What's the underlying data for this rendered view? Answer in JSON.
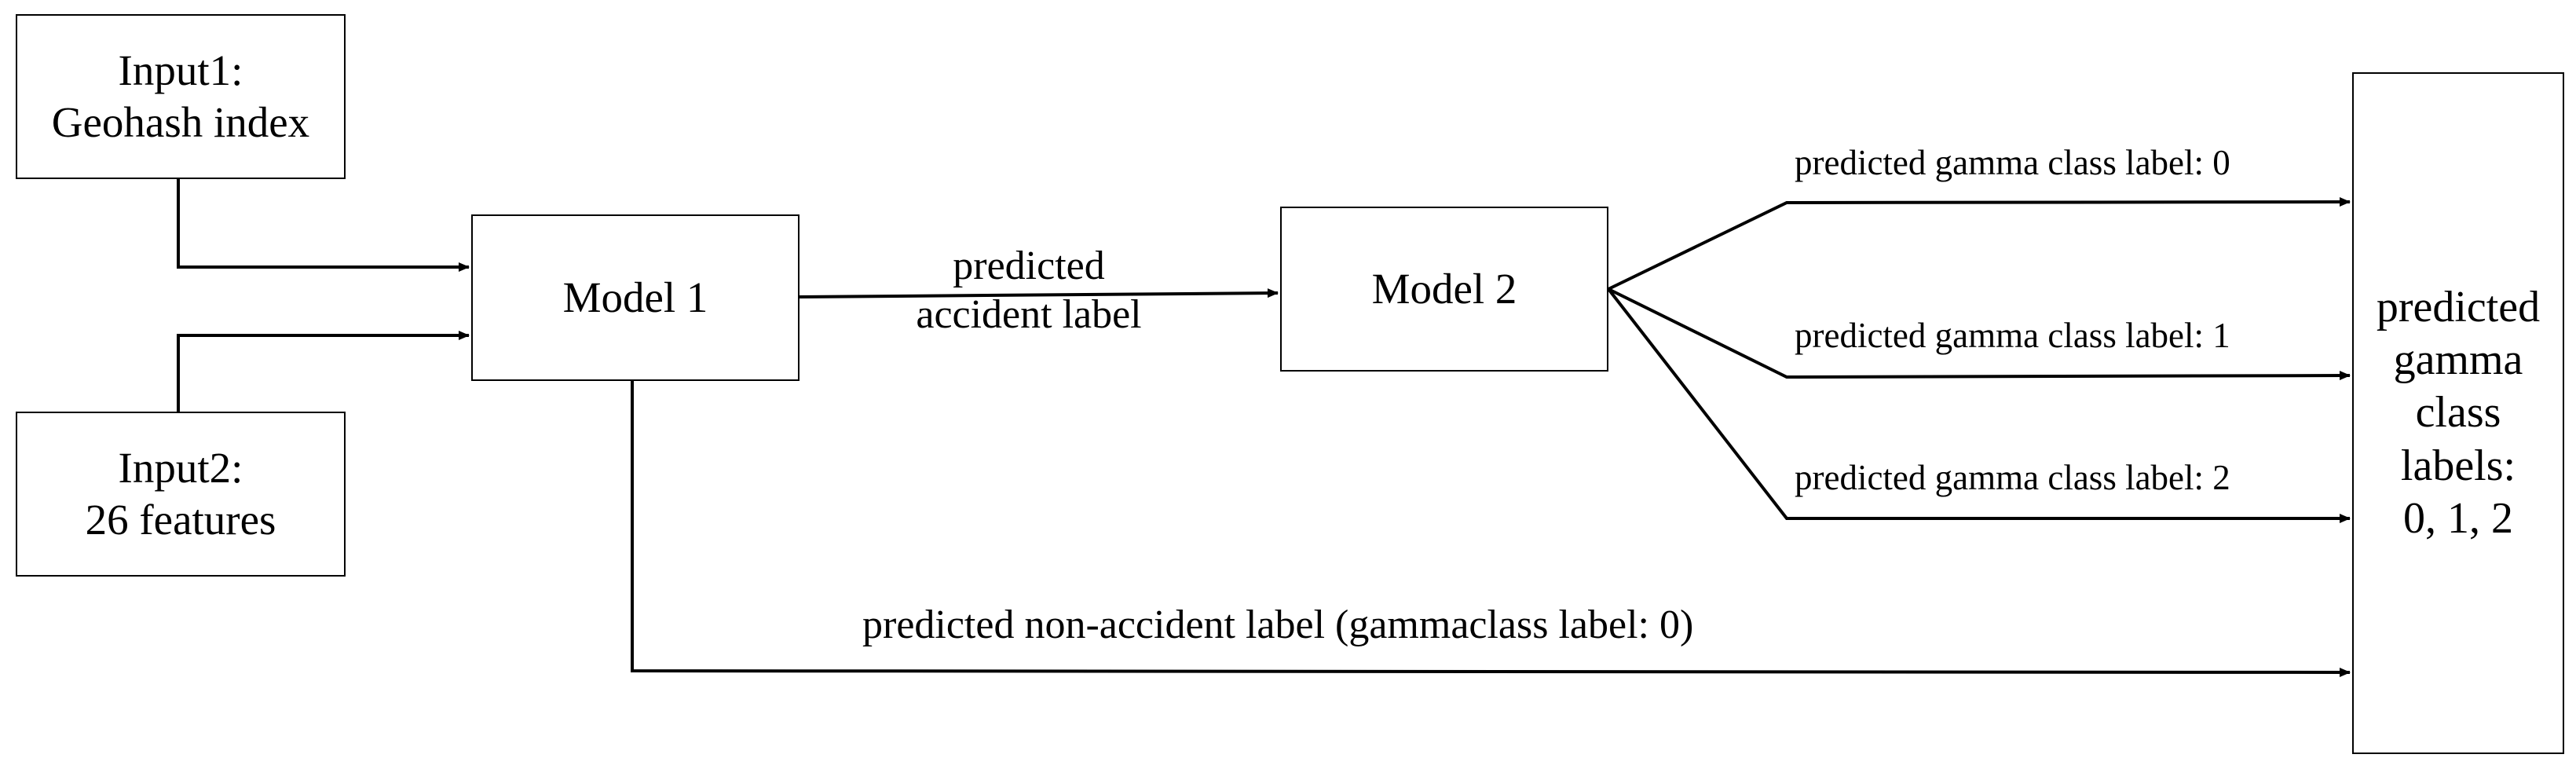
{
  "diagram": {
    "nodes": {
      "input1": {
        "line1": "Input1:",
        "line2": "Geohash index"
      },
      "input2": {
        "line1": "Input2:",
        "line2": "26 features"
      },
      "model1": {
        "label": "Model 1"
      },
      "model2": {
        "label": "Model 2"
      },
      "output": {
        "line1": "predicted",
        "line2": "gamma",
        "line3": "class",
        "line4": "labels:",
        "line5": "0, 1, 2"
      }
    },
    "edges": {
      "model1_to_model2": {
        "line1": "predicted",
        "line2": "accident label"
      },
      "model2_to_output_0": "predicted gamma class label: 0",
      "model2_to_output_1": "predicted gamma class label: 1",
      "model2_to_output_2": "predicted gamma class label: 2",
      "model1_to_output": "predicted non-accident label (gammaclass label: 0)"
    },
    "colors": {
      "line": "#000000",
      "background": "#ffffff"
    }
  }
}
